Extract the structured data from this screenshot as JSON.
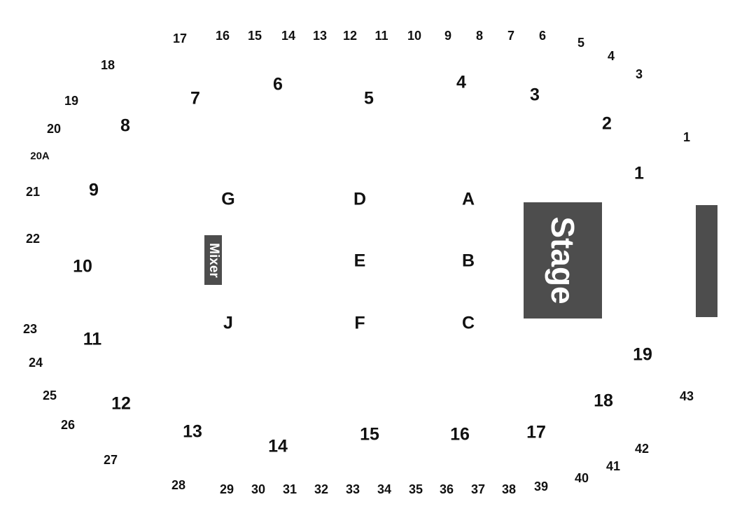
{
  "stage": {
    "label": "Stage"
  },
  "mixer": {
    "label": "Mixer"
  },
  "colors": {
    "block": "#4d4d4d",
    "text": "#111111",
    "background": "#ffffff"
  },
  "floor": [
    "A",
    "B",
    "C",
    "D",
    "E",
    "F",
    "G",
    "J"
  ],
  "lower": [
    "1",
    "2",
    "3",
    "4",
    "5",
    "6",
    "7",
    "8",
    "9",
    "10",
    "11",
    "12",
    "13",
    "14",
    "15",
    "16",
    "17",
    "18",
    "19"
  ],
  "upper": [
    "1",
    "3",
    "4",
    "5",
    "6",
    "7",
    "8",
    "9",
    "10",
    "11",
    "12",
    "13",
    "14",
    "15",
    "16",
    "17",
    "18",
    "19",
    "20",
    "20A",
    "21",
    "22",
    "23",
    "24",
    "25",
    "26",
    "27",
    "28",
    "29",
    "30",
    "31",
    "32",
    "33",
    "34",
    "35",
    "36",
    "37",
    "38",
    "39",
    "40",
    "41",
    "42",
    "43"
  ]
}
